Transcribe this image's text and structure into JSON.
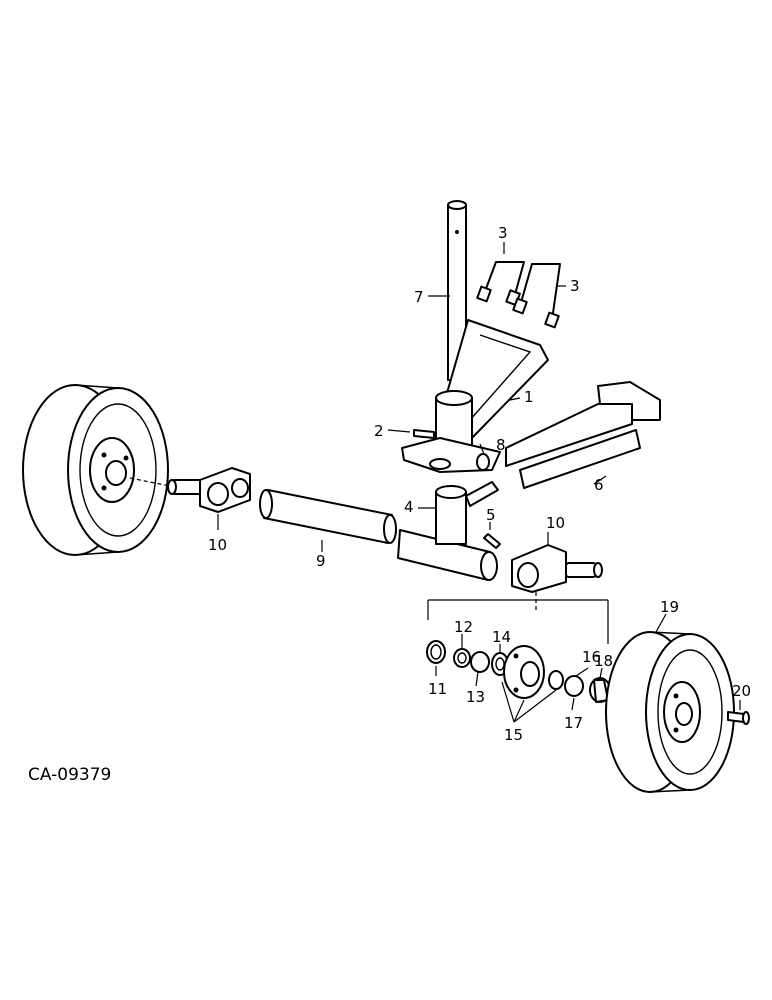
{
  "figure_code": "CA-09379",
  "callouts": {
    "c1": "1",
    "c2": "2",
    "c3a": "3",
    "c3b": "3",
    "c4": "4",
    "c5": "5",
    "c6": "6",
    "c7": "7",
    "c8": "8",
    "c9": "9",
    "c10a": "10",
    "c10b": "10",
    "c11": "11",
    "c12": "12",
    "c13": "13",
    "c14": "14",
    "c15": "15",
    "c16": "16",
    "c17": "17",
    "c18": "18",
    "c19": "19",
    "c20": "20"
  }
}
